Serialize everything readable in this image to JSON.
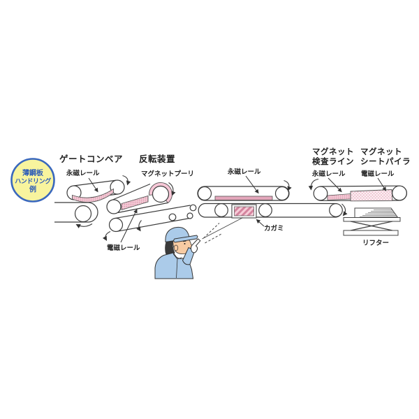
{
  "badge": {
    "line1": "薄鋼板",
    "line2": "ハンドリング",
    "line3": "例"
  },
  "sections": {
    "gate_conveyor": "ゲートコンベア",
    "reversal_device": "反転装置",
    "inspection_line1": "マグネット",
    "inspection_line2": "検査ライン",
    "piler_line1": "マグネット",
    "piler_line2": "シートパイラ"
  },
  "labels": {
    "perm_rail_gate": "永磁レール",
    "magnet_pulley": "マグネットプーリ",
    "electro_rail_reversal": "電磁レール",
    "perm_rail_inspection": "永磁レール",
    "perm_rail_piler": "永磁レール",
    "electro_rail_piler": "電磁レール",
    "mirror": "カガミ",
    "lifter": "リフター"
  },
  "colors": {
    "magnet_dotted_pink": "#f2c9d4",
    "magnet_dot": "#d98ca6",
    "pulley_band_pink": "#f6c7d6",
    "rail_solid_pink": "#e3a6ba",
    "mirror_stripe_pink": "#d4849e",
    "badge_fill_yellow": "#f8f49e",
    "badge_blue": "#2d5cb8",
    "worker_blue": "#abcbe9",
    "skin": "#f7cba3",
    "line_gray": "#3b3b3b"
  }
}
